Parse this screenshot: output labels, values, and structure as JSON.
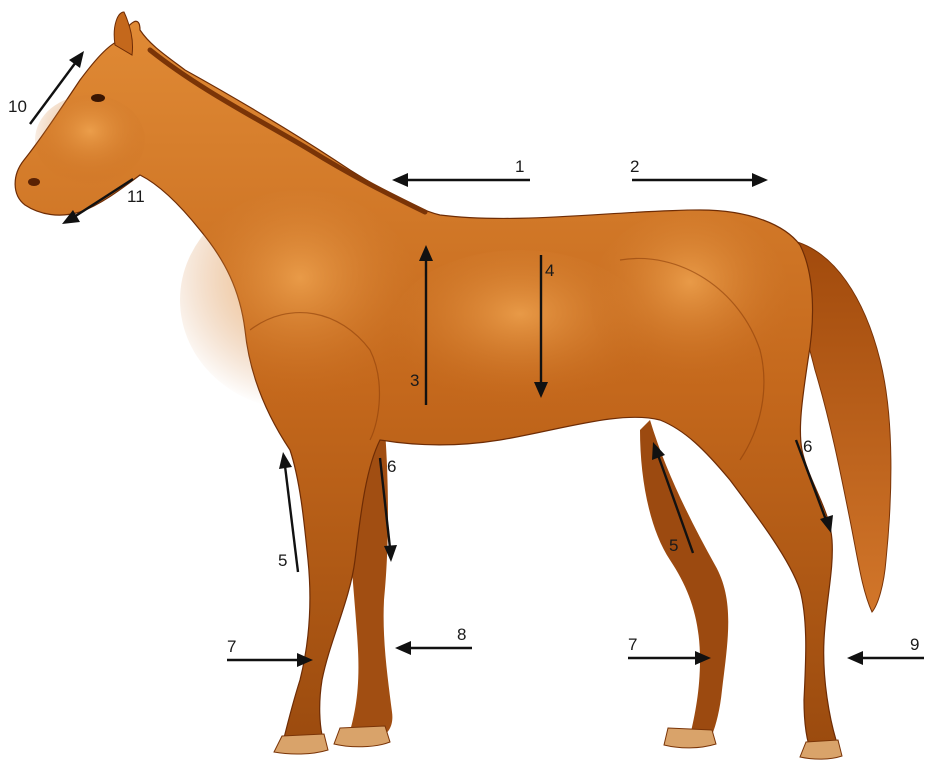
{
  "figure": {
    "background": "#ffffff",
    "horse_colors": {
      "base": "#b85a12",
      "light": "#e6913a",
      "dark": "#6e2c05",
      "hoof": "#d9a36a"
    },
    "labels": {
      "l1": "1",
      "l2": "2",
      "l3": "3",
      "l4": "4",
      "l5_front": "5",
      "l5_hind": "5",
      "l6_front": "6",
      "l6_hind": "6",
      "l7_front": "7",
      "l7_hind": "7",
      "l8": "8",
      "l9": "9",
      "l10": "10",
      "l11": "11"
    }
  }
}
